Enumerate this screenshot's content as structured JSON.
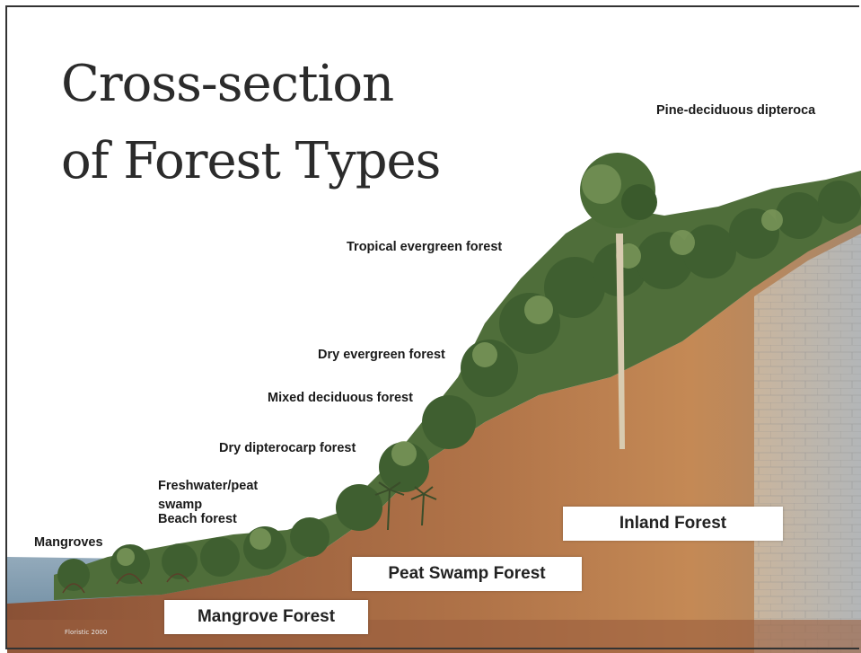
{
  "title": {
    "line1": "Cross-section",
    "line2": "of Forest Types"
  },
  "forest_labels": {
    "pine": "Pine-deciduous dipteroca",
    "tropical": "Tropical evergreen forest",
    "dry_evergreen": "Dry evergreen forest",
    "mixed_deciduous": "Mixed deciduous forest",
    "dry_dipterocarp": "Dry dipterocarp forest",
    "freshwater_line1": "Freshwater/peat",
    "freshwater_line2": "swamp",
    "beach": "Beach forest",
    "mangroves": "Mangroves"
  },
  "zones": {
    "inland": "Inland Forest",
    "peat_swamp": "Peat Swamp Forest",
    "mangrove": "Mangrove Forest"
  },
  "credit": "Floristic 2000",
  "colors": {
    "soil": "#a86a45",
    "rock": "#b9b6b2",
    "foliage_dark": "#3c5a2e",
    "foliage_light": "#7e9a5c",
    "sea": "#7f9bb0"
  }
}
